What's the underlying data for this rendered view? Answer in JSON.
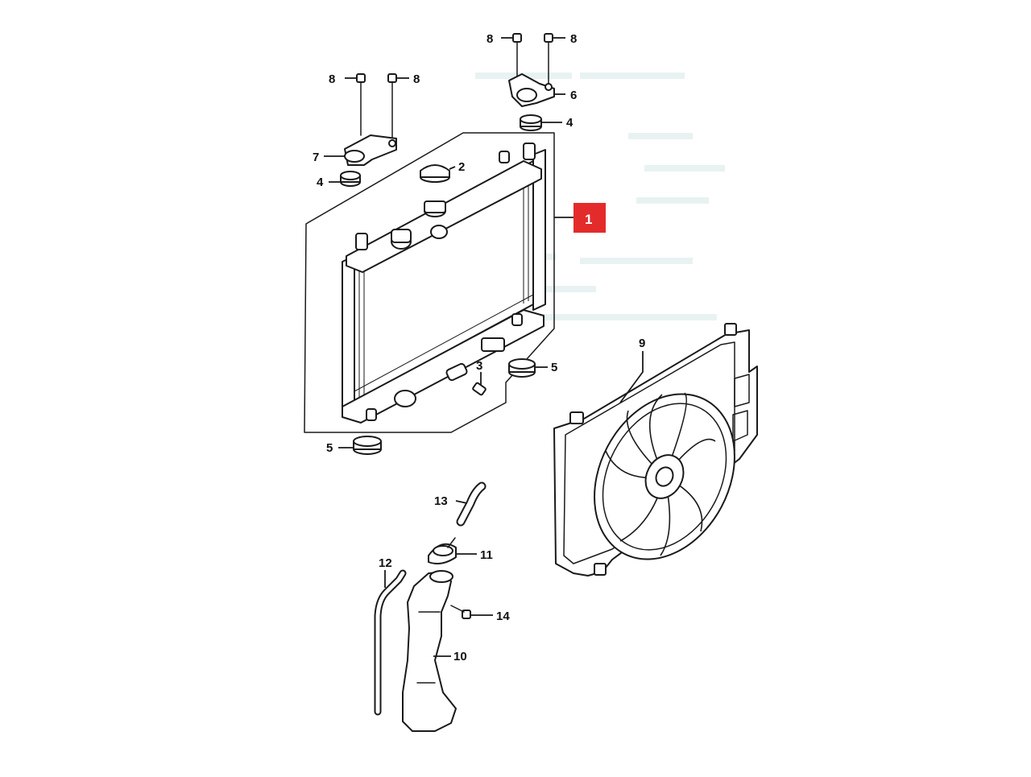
{
  "colors": {
    "line": "#1a1a1a",
    "highlight": "#e32b2b",
    "highlight_text": "#ffffff",
    "background": "#ffffff"
  },
  "callouts": {
    "c8a": "8",
    "c8b": "8",
    "c8c": "8",
    "c8d": "8",
    "c7": "7",
    "c6": "6",
    "c4a": "4",
    "c4b": "4",
    "c2": "2",
    "c1": "1",
    "c3": "3",
    "c5a": "5",
    "c5b": "5",
    "c9": "9",
    "c13": "13",
    "c11": "11",
    "c12": "12",
    "c14": "14",
    "c10": "10"
  },
  "parts": {
    "radiator": "radiator-icon",
    "fan": "cooling-fan-icon",
    "reservoir": "reservoir-tank-icon",
    "bolt": "bolt-icon",
    "bracket": "mount-bracket-icon",
    "cushion": "rubber-cushion-icon",
    "cap": "radiator-cap-icon",
    "hose": "hose-icon",
    "drain": "drain-plug-icon"
  }
}
